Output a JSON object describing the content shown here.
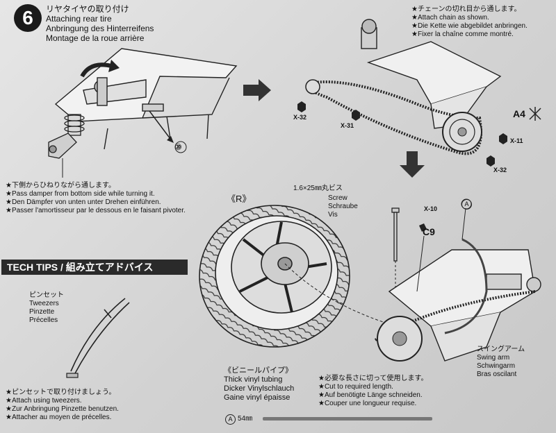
{
  "step": {
    "number": "6",
    "title_jp": "リヤタイヤの取り付け",
    "title_en": "Attaching rear tire",
    "title_de": "Anbringung des Hinterreifens",
    "title_fr": "Montage de la roue arrière"
  },
  "damper_note": {
    "jp": "★下側からひねりながら通します。",
    "en": "★Pass damper from bottom side while turning it.",
    "de": "★Den Dämpfer von unten unter Drehen einführen.",
    "fr": "★Passer l'amortisseur par le dessous en le faisant pivoter."
  },
  "chain_note": {
    "jp": "★チェーンの切れ目から通します。",
    "en": "★Attach chain as shown.",
    "de": "★Die Kette wie abgebildet anbringen.",
    "fr": "★Fixer la chaîne comme montré."
  },
  "parts": {
    "p20": "⑳",
    "x32a": "X-32",
    "x31": "X-31",
    "a4": "A4",
    "x11": "X-11",
    "x32b": "X-32",
    "x10": "X-10",
    "c9": "C9",
    "a_circle": "A"
  },
  "screw": {
    "size": "1.6×25㎜丸ビス",
    "en": "Screw",
    "de": "Schraube",
    "fr": "Vis"
  },
  "wheel_side": "《R》",
  "tech_tips": {
    "title": "TECH TIPS / 組み立てアドバイス",
    "tool_jp": "ピンセット",
    "tool_en": "Tweezers",
    "tool_de": "Pinzette",
    "tool_fr": "Précelles",
    "use_jp": "★ピンセットで取り付けましょう。",
    "use_en": "★Attach using tweezers.",
    "use_de": "★Zur Anbringung Pinzette benutzen.",
    "use_fr": "★Attacher au moyen de précelles."
  },
  "swing_arm": {
    "jp": "スイングアーム",
    "en": "Swing arm",
    "de": "Schwingarm",
    "fr": "Bras oscilant"
  },
  "vinyl": {
    "jp": "《ビニールパイプ》",
    "en": "Thick vinyl tubing",
    "de": "Dicker Vinylschlauch",
    "fr": "Gaine vinyl épaisse"
  },
  "cut_note": {
    "jp": "★必要な長さに切って使用します。",
    "en": "★Cut to required length.",
    "de": "★Auf benötigte Länge schneiden.",
    "fr": "★Couper une longueur requise."
  },
  "tube_length": {
    "label": "A",
    "length": "54㎜"
  }
}
